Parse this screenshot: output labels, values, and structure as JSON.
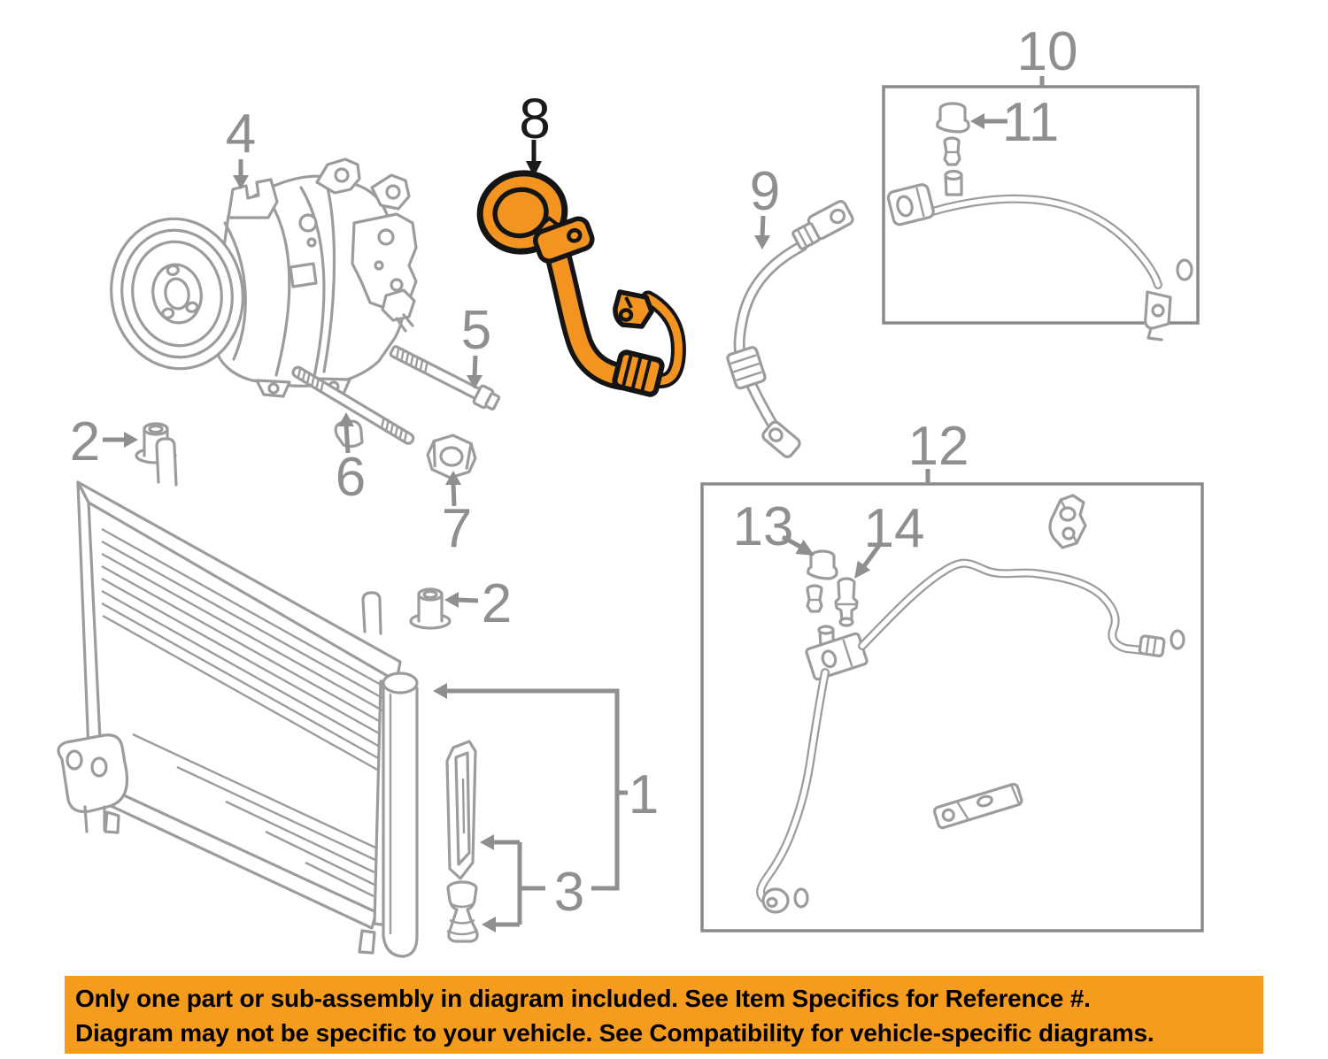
{
  "banner": {
    "line1": "Only one part or sub-assembly in diagram included. See Item Specifics for Reference #.",
    "line2": "Diagram may not be specific to your vehicle. See Compatibility for vehicle-specific diagrams."
  },
  "colors": {
    "background": "#ffffff",
    "line": "#9c9c9c",
    "label": "#8f8f8f",
    "label_dark": "#1a1a1a",
    "box_border": "#8a8a8a",
    "highlight": "#F2941F",
    "highlight_outline": "#141414",
    "banner_bg": "#F59C1F",
    "banner_text": "#000000"
  },
  "labels": {
    "l1": "1",
    "l2a": "2",
    "l2b": "2",
    "l3": "3",
    "l4": "4",
    "l5": "5",
    "l6": "6",
    "l7": "7",
    "l8": "8",
    "l9": "9",
    "l10": "10",
    "l11": "11",
    "l12": "12",
    "l13": "13",
    "l14": "14"
  }
}
